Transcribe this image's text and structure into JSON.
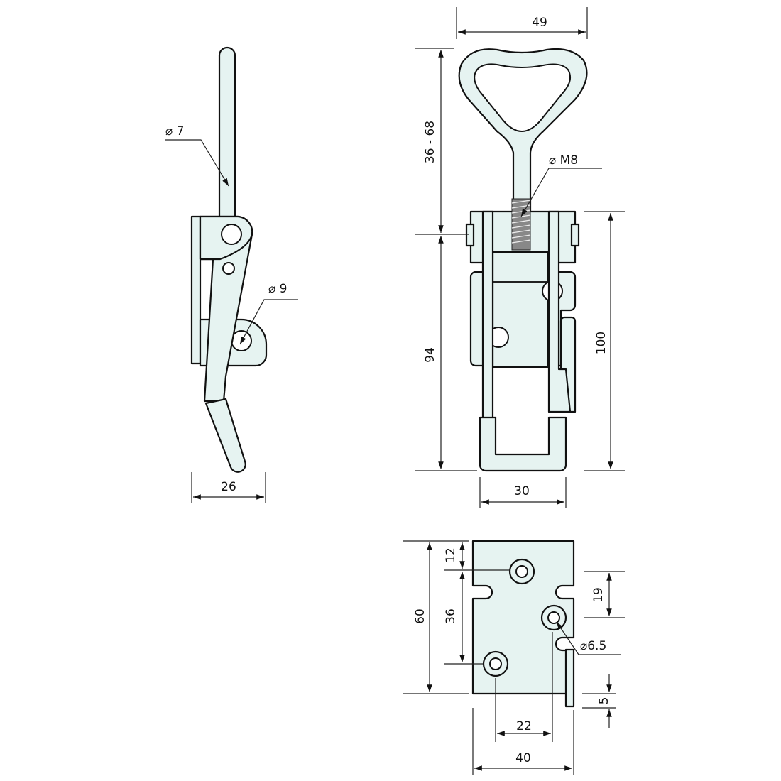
{
  "colors": {
    "part_fill": "#e6f3f1",
    "line": "#111111",
    "background": "#ffffff"
  },
  "side_view": {
    "dims": {
      "rod_diameter": "⌀ 7",
      "pin_diameter": "⌀ 9",
      "width": "26"
    }
  },
  "front_view": {
    "dims": {
      "handle_width": "49",
      "handle_length": "36 - 68",
      "thread": "⌀ M8",
      "body_length": "94",
      "total_height": "100",
      "body_width": "30"
    }
  },
  "keeper_view": {
    "dims": {
      "height": "60",
      "top_offset": "12",
      "hole_spacing_v": "36",
      "right_hole_offset": "19",
      "hole_diameter": "⌀6.5",
      "tab": "5",
      "hole_spacing_h": "22",
      "width": "40"
    }
  }
}
